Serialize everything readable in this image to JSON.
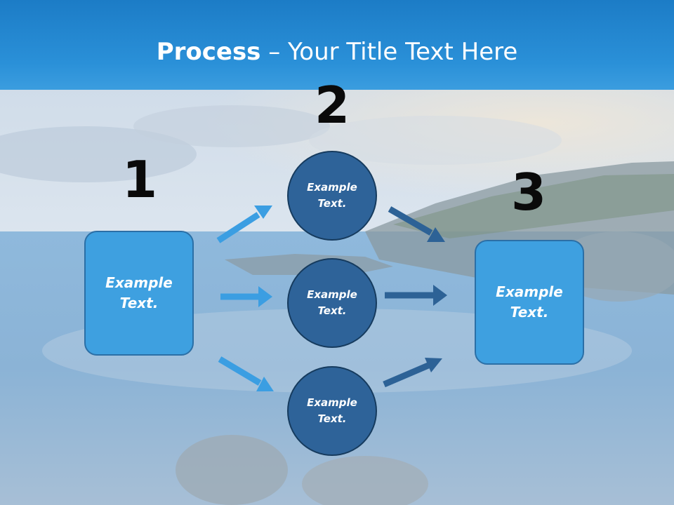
{
  "title": {
    "strong": "Process",
    "rest": " – Your Title Text Here"
  },
  "steps": {
    "one": "1",
    "two": "2",
    "three": "3"
  },
  "left_box": {
    "text": "Example Text."
  },
  "circles": [
    {
      "text": "Example Text."
    },
    {
      "text": "Example Text."
    },
    {
      "text": "Example Text."
    }
  ],
  "right_box": {
    "text": "Example Text."
  },
  "colors": {
    "title_band": "#2a90d8",
    "box_fill": "#3ea0e0",
    "circle_fill": "#2e6399",
    "arrow_light": "#3b9ee2",
    "arrow_dark": "#2d6296"
  }
}
